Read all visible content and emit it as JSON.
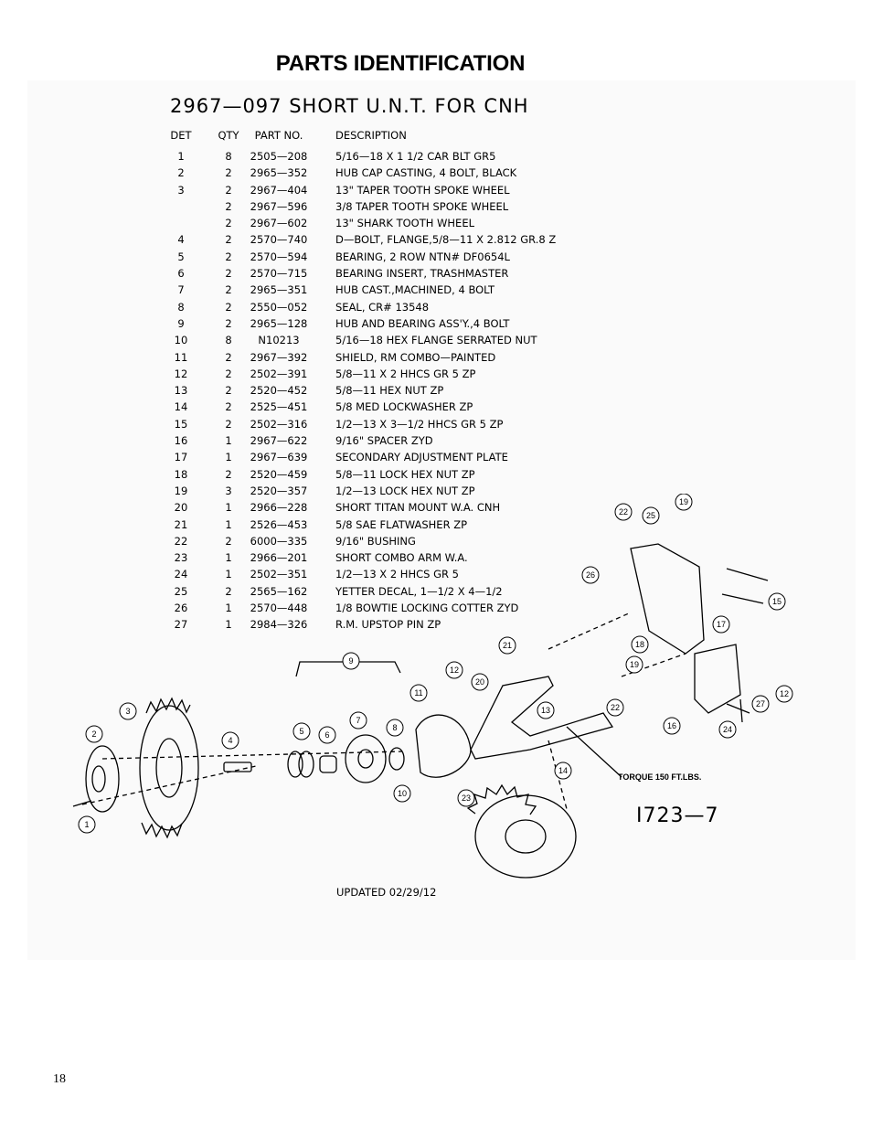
{
  "page_title": "PARTS IDENTIFICATION",
  "sheet_title": "2967—097 SHORT U.N.T. FOR CNH",
  "table_headers": {
    "det": "DET",
    "qty": "QTY",
    "part": "PART NO.",
    "desc": "DESCRIPTION"
  },
  "parts": [
    {
      "det": "1",
      "qty": "8",
      "part": "2505—208",
      "desc": "5/16—18 X 1 1/2 CAR BLT GR5"
    },
    {
      "det": "2",
      "qty": "2",
      "part": "2965—352",
      "desc": "HUB CAP CASTING, 4 BOLT, BLACK"
    },
    {
      "det": "3",
      "qty": "2",
      "part": "2967—404",
      "desc": "13\" TAPER TOOTH SPOKE WHEEL"
    },
    {
      "det": "",
      "qty": "2",
      "part": "2967—596",
      "desc": "3/8 TAPER TOOTH SPOKE WHEEL"
    },
    {
      "det": "",
      "qty": "2",
      "part": "2967—602",
      "desc": "13\" SHARK TOOTH WHEEL"
    },
    {
      "det": "4",
      "qty": "2",
      "part": "2570—740",
      "desc": "D—BOLT, FLANGE,5/8—11 X 2.812 GR.8 Z"
    },
    {
      "det": "5",
      "qty": "2",
      "part": "2570—594",
      "desc": "BEARING, 2 ROW NTN# DF0654L"
    },
    {
      "det": "6",
      "qty": "2",
      "part": "2570—715",
      "desc": "BEARING INSERT, TRASHMASTER"
    },
    {
      "det": "7",
      "qty": "2",
      "part": "2965—351",
      "desc": "HUB CAST.,MACHINED, 4 BOLT"
    },
    {
      "det": "8",
      "qty": "2",
      "part": "2550—052",
      "desc": "SEAL, CR# 13548"
    },
    {
      "det": "9",
      "qty": "2",
      "part": "2965—128",
      "desc": "HUB AND BEARING ASS'Y.,4 BOLT"
    },
    {
      "det": "10",
      "qty": "8",
      "part": "N10213",
      "desc": "5/16—18 HEX FLANGE SERRATED NUT"
    },
    {
      "det": "11",
      "qty": "2",
      "part": "2967—392",
      "desc": "SHIELD, RM COMBO—PAINTED"
    },
    {
      "det": "12",
      "qty": "2",
      "part": "2502—391",
      "desc": "5/8—11 X 2 HHCS GR 5 ZP"
    },
    {
      "det": "13",
      "qty": "2",
      "part": "2520—452",
      "desc": "5/8—11 HEX NUT ZP"
    },
    {
      "det": "14",
      "qty": "2",
      "part": "2525—451",
      "desc": "5/8 MED LOCKWASHER ZP"
    },
    {
      "det": "15",
      "qty": "2",
      "part": "2502—316",
      "desc": "1/2—13 X 3—1/2 HHCS GR 5 ZP"
    },
    {
      "det": "16",
      "qty": "1",
      "part": "2967—622",
      "desc": "9/16\" SPACER ZYD"
    },
    {
      "det": "17",
      "qty": "1",
      "part": "2967—639",
      "desc": "SECONDARY ADJUSTMENT PLATE"
    },
    {
      "det": "18",
      "qty": "2",
      "part": "2520—459",
      "desc": "5/8—11 LOCK HEX NUT ZP"
    },
    {
      "det": "19",
      "qty": "3",
      "part": "2520—357",
      "desc": "1/2—13 LOCK HEX NUT ZP"
    },
    {
      "det": "20",
      "qty": "1",
      "part": "2966—228",
      "desc": "SHORT TITAN MOUNT W.A. CNH"
    },
    {
      "det": "21",
      "qty": "1",
      "part": "2526—453",
      "desc": "5/8 SAE FLATWASHER ZP"
    },
    {
      "det": "22",
      "qty": "2",
      "part": "6000—335",
      "desc": "9/16\" BUSHING"
    },
    {
      "det": "23",
      "qty": "1",
      "part": "2966—201",
      "desc": "SHORT COMBO ARM W.A."
    },
    {
      "det": "24",
      "qty": "1",
      "part": "2502—351",
      "desc": "1/2—13 X 2 HHCS GR 5"
    },
    {
      "det": "25",
      "qty": "2",
      "part": "2565—162",
      "desc": "YETTER DECAL, 1—1/2 X 4—1/2"
    },
    {
      "det": "26",
      "qty": "1",
      "part": "2570—448",
      "desc": "1/8 BOWTIE LOCKING COTTER ZYD"
    },
    {
      "det": "27",
      "qty": "1",
      "part": "2984—326",
      "desc": "R.M. UPSTOP PIN ZP"
    }
  ],
  "callouts": [
    "1",
    "2",
    "3",
    "4",
    "5",
    "6",
    "7",
    "8",
    "9",
    "10",
    "11",
    "12",
    "12",
    "13",
    "14",
    "15",
    "16",
    "17",
    "18",
    "19",
    "19",
    "20",
    "21",
    "22",
    "22",
    "23",
    "24",
    "25",
    "26",
    "27"
  ],
  "torque_note": "TORQUE 150 FT.LBS.",
  "drawing_number": "I723—7",
  "updated": "UPDATED 02/29/12",
  "page_number": "18"
}
